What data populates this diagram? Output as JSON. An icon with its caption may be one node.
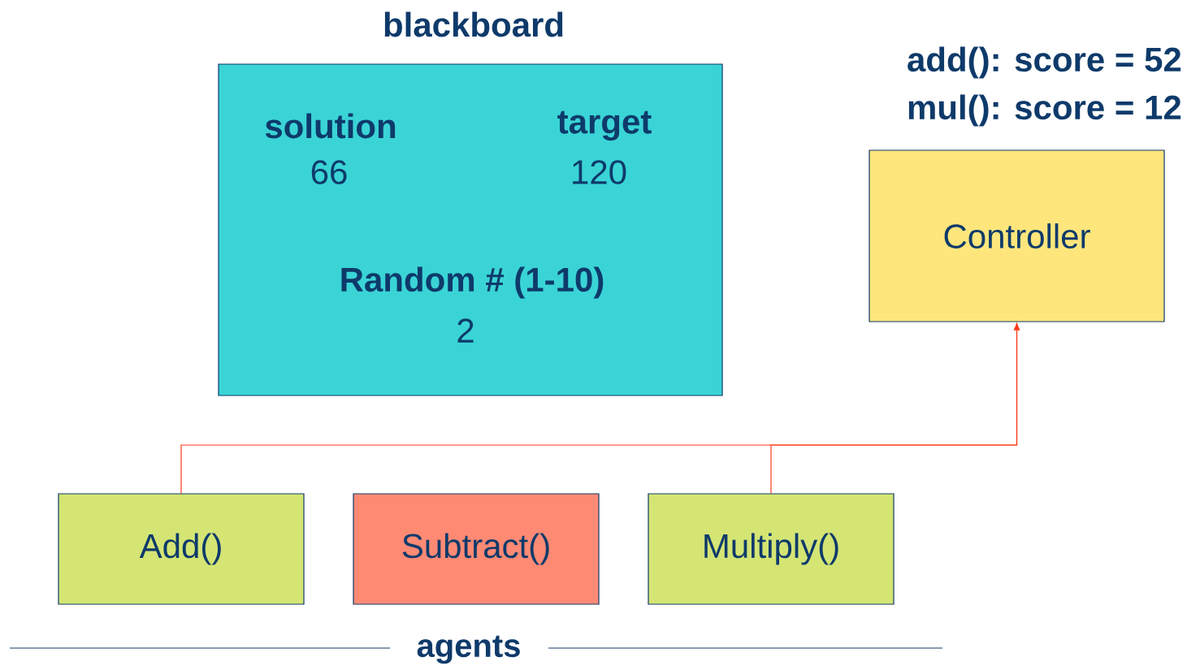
{
  "diagram": {
    "nodes": [
      {
        "text": [
          "blackboard",
          "solution",
          "66",
          "target",
          "120",
          "Random # (1-10)",
          "2"
        ]
      },
      {
        "text": [
          "Controller"
        ],
        "beside": [
          "add(): score = 52",
          "mul(): score = 12"
        ]
      },
      {
        "text": [
          "Add()"
        ]
      },
      {
        "text": [
          "Subtract()"
        ]
      },
      {
        "text": [
          "Multiply()"
        ]
      }
    ],
    "edges": [
      {
        "from": 2,
        "to": 1,
        "arrow": "to"
      },
      {
        "from": 4,
        "to": 1,
        "arrow": "to"
      }
    ],
    "labels": [
      "agents"
    ]
  }
}
